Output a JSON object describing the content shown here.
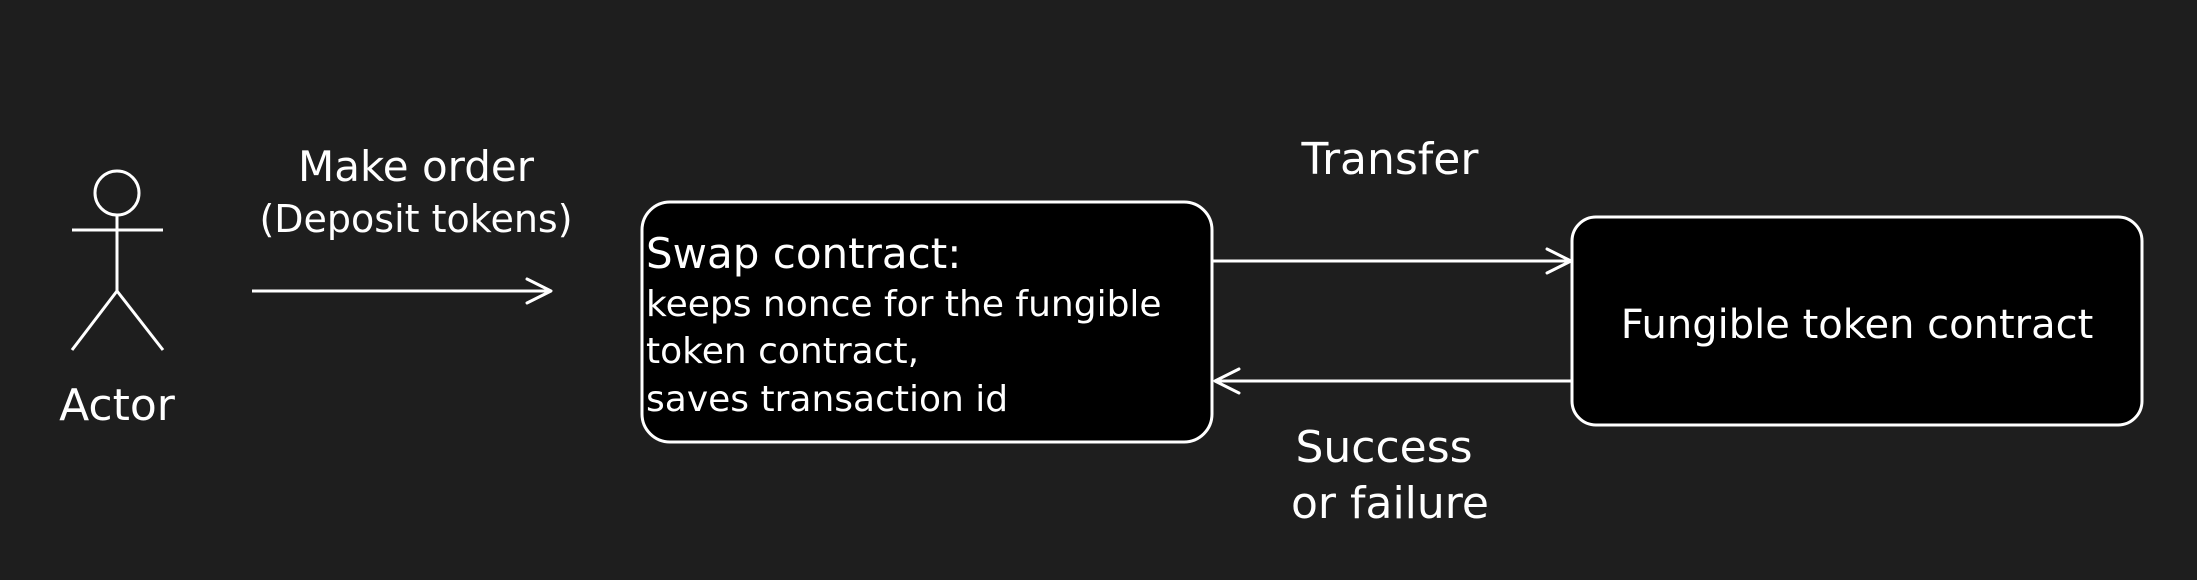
{
  "actor": {
    "label": "Actor",
    "icon": "stick-figure-icon"
  },
  "make_order": {
    "line1": "Make order",
    "line2": "(Deposit tokens)"
  },
  "swap_contract": {
    "title": "Swap contract:",
    "line1": "keeps nonce for the fungible",
    "line2": "token contract,",
    "line3": "saves transaction id"
  },
  "fungible_contract": {
    "label": "Fungible token contract"
  },
  "transfer": {
    "label": "Transfer"
  },
  "result": {
    "line1": "Success",
    "line2": "or failure"
  },
  "colors": {
    "background": "#1e1e1e",
    "box_fill": "#000000",
    "stroke": "#ffffff",
    "text": "#ffffff"
  }
}
